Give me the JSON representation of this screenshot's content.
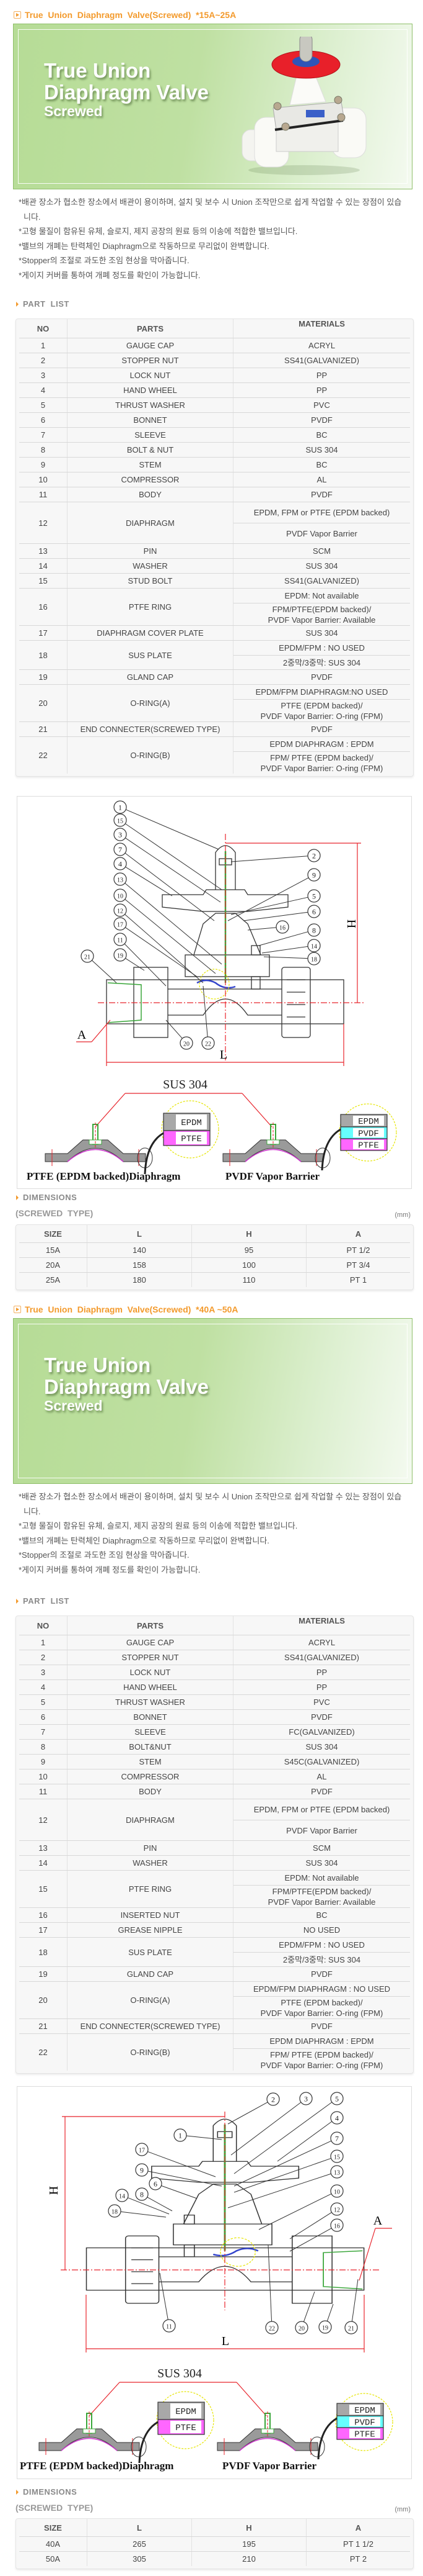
{
  "colors": {
    "accent": "#f39a2c",
    "banner_green": "#b6dc96",
    "dimension_red": "#e8242c"
  },
  "sections": [
    {
      "title": "True  Union  Diaphragm  Valve(Screwed)  *15A~25A",
      "banner": {
        "line1": "True Union",
        "line2": "Diaphragm Valve",
        "line3": "Screwed",
        "photo": "valve-photo"
      },
      "bullets": [
        "*배관 장소가 협소한 장소에서 배관이 용이하며, 설치 및 보수 시 Union 조작만으로 쉽게 작업할 수 있는 장점이 있습니다.",
        "*고형 물질이 함유된 유체, 슬로지, 제지 공장의 원료 등의 이송에 적합한 밸브입니다.",
        "*밸브의 개폐는 탄력체인 Diaphragm으로 작동하므로 무리없이 완벽합니다.",
        "*Stopper의 조절로 과도한 조임 현상을 막아줍니다.",
        "*게이지 커버를 통하여 개폐 정도를 확인이 가능합니다."
      ],
      "part_list": {
        "heading": "PART  LIST",
        "headers": [
          "NO",
          "PARTS",
          "MATERIALS"
        ],
        "rows": [
          {
            "no": "1",
            "part": "GAUGE CAP",
            "materials": [
              "ACRYL"
            ]
          },
          {
            "no": "2",
            "part": "STOPPER NUT",
            "materials": [
              "SS41(GALVANIZED)"
            ]
          },
          {
            "no": "3",
            "part": "LOCK NUT",
            "materials": [
              "PP"
            ]
          },
          {
            "no": "4",
            "part": "HAND WHEEL",
            "materials": [
              "PP"
            ]
          },
          {
            "no": "5",
            "part": "THRUST WASHER",
            "materials": [
              "PVC"
            ]
          },
          {
            "no": "6",
            "part": "BONNET",
            "materials": [
              "PVDF"
            ]
          },
          {
            "no": "7",
            "part": "SLEEVE",
            "materials": [
              "BC"
            ]
          },
          {
            "no": "8",
            "part": "BOLT & NUT",
            "materials": [
              "SUS 304"
            ]
          },
          {
            "no": "9",
            "part": "STEM",
            "materials": [
              "BC"
            ]
          },
          {
            "no": "10",
            "part": "COMPRESSOR",
            "materials": [
              "AL"
            ]
          },
          {
            "no": "11",
            "part": "BODY",
            "materials": [
              "PVDF"
            ]
          },
          {
            "no": "12",
            "part": "DIAPHRAGM",
            "materials": [
              "EPDM, FPM or PTFE (EPDM backed)",
              "PVDF Vapor Barrier"
            ]
          },
          {
            "no": "13",
            "part": "PIN",
            "materials": [
              "SCM"
            ]
          },
          {
            "no": "14",
            "part": "WASHER",
            "materials": [
              "SUS 304"
            ]
          },
          {
            "no": "15",
            "part": "STUD BOLT",
            "materials": [
              "SS41(GALVANIZED)"
            ]
          },
          {
            "no": "16",
            "part": "PTFE RING",
            "materials": [
              "EPDM:  Not available",
              "FPM/PTFE(EPDM backed)/\nPVDF Vapor Barrier: Available"
            ]
          },
          {
            "no": "17",
            "part": "DIAPHRAGM COVER PLATE",
            "materials": [
              "SUS 304"
            ]
          },
          {
            "no": "18",
            "part": "SUS PLATE",
            "materials": [
              "EPDM/FPM : NO USED",
              "2중막/3중막: SUS 304"
            ]
          },
          {
            "no": "19",
            "part": "GLAND CAP",
            "materials": [
              "PVDF"
            ]
          },
          {
            "no": "20",
            "part": "O-RING(A)",
            "materials": [
              "EPDM/FPM DIAPHRAGM:NO USED",
              "PTFE (EPDM backed)/\nPVDF Vapor Barrier: O-ring (FPM)"
            ]
          },
          {
            "no": "21",
            "part": "END CONNECTER(SCREWED TYPE)",
            "materials": [
              "PVDF"
            ]
          },
          {
            "no": "22",
            "part": "O-RING(B)",
            "materials": [
              "EPDM DIAPHRAGM : EPDM",
              "FPM/ PTFE (EPDM backed)/\nPVDF Vapor Barrier: O-ring (FPM)"
            ]
          }
        ]
      },
      "diagram": {
        "callouts": [
          "1",
          "15",
          "3",
          "7",
          "4",
          "13",
          "10",
          "12",
          "17",
          "11",
          "19",
          "21",
          "2",
          "9",
          "5",
          "6",
          "16",
          "8",
          "14",
          "18",
          "20",
          "22"
        ],
        "dim_h": "H",
        "dim_l": "L",
        "dim_a": "A",
        "sus_label": "SUS 304",
        "layers_left": [
          "EPDM",
          "PTFE"
        ],
        "layers_right": [
          "EPDM",
          "PVDF",
          "PTFE"
        ],
        "caption_left": "PTFE (EPDM backed)Diaphragm",
        "caption_right": "PVDF Vapor Barrier"
      },
      "dimensions": {
        "heading": "DIMENSIONS",
        "subheading": "(SCREWED  TYPE)",
        "unit": "(mm)",
        "headers": [
          "SIZE",
          "L",
          "H",
          "A"
        ],
        "rows": [
          [
            "15A",
            "140",
            "95",
            "PT 1/2"
          ],
          [
            "20A",
            "158",
            "100",
            "PT 3/4"
          ],
          [
            "25A",
            "180",
            "110",
            "PT 1"
          ]
        ]
      }
    },
    {
      "title": "True  Union  Diaphragm  Valve(Screwed)  *40A ~50A",
      "banner": {
        "line1": "True Union",
        "line2": "Diaphragm Valve",
        "line3": "Screwed"
      },
      "bullets": [
        "*배관 장소가 협소한 장소에서 배관이 용이하며, 설치 및 보수 시 Union 조작만으로 쉽게 작업할 수 있는 장점이 있습니다.",
        "*고형 물질이 함유된 유체, 슬로지, 제지 공장의 원료 등의 이송에 적합한 밸브입니다.",
        "*밸브의 개폐는 탄력체인 Diaphragm으로 작동하므로 무리없이 완벽합니다.",
        "*Stopper의 조절로 과도한 조임 현상을 막아줍니다.",
        "*게이지 커버를 통하여 개폐 정도를 확인이 가능합니다."
      ],
      "part_list": {
        "heading": "PART  LIST",
        "headers": [
          "NO",
          "PARTS",
          "MATERIALS"
        ],
        "rows": [
          {
            "no": "1",
            "part": "GAUGE CAP",
            "materials": [
              "ACRYL"
            ]
          },
          {
            "no": "2",
            "part": "STOPPER NUT",
            "materials": [
              "SS41(GALVANIZED)"
            ]
          },
          {
            "no": "3",
            "part": "LOCK NUT",
            "materials": [
              "PP"
            ]
          },
          {
            "no": "4",
            "part": "HAND WHEEL",
            "materials": [
              "PP"
            ]
          },
          {
            "no": "5",
            "part": "THRUST WASHER",
            "materials": [
              "PVC"
            ]
          },
          {
            "no": "6",
            "part": "BONNET",
            "materials": [
              "PVDF"
            ]
          },
          {
            "no": "7",
            "part": "SLEEVE",
            "materials": [
              "FC(GALVANIZED)"
            ]
          },
          {
            "no": "8",
            "part": "BOLT&NUT",
            "materials": [
              "SUS 304"
            ]
          },
          {
            "no": "9",
            "part": "STEM",
            "materials": [
              "S45C(GALVANIZED)"
            ]
          },
          {
            "no": "10",
            "part": "COMPRESSOR",
            "materials": [
              "AL"
            ]
          },
          {
            "no": "11",
            "part": "BODY",
            "materials": [
              "PVDF"
            ]
          },
          {
            "no": "12",
            "part": "DIAPHRAGM",
            "materials": [
              "EPDM, FPM or PTFE (EPDM backed)",
              "PVDF Vapor Barrier"
            ]
          },
          {
            "no": "13",
            "part": "PIN",
            "materials": [
              "SCM"
            ]
          },
          {
            "no": "14",
            "part": "WASHER",
            "materials": [
              "SUS 304"
            ]
          },
          {
            "no": "15",
            "part": "PTFE RING",
            "materials": [
              "EPDM:  Not available",
              "FPM/PTFE(EPDM backed)/\nPVDF Vapor Barrier: Available"
            ]
          },
          {
            "no": "16",
            "part": "INSERTED NUT",
            "materials": [
              "BC"
            ]
          },
          {
            "no": "17",
            "part": "GREASE NIPPLE",
            "materials": [
              "NO USED"
            ]
          },
          {
            "no": "18",
            "part": "SUS PLATE",
            "materials": [
              "EPDM/FPM : NO USED",
              "2중막/3중막: SUS 304"
            ]
          },
          {
            "no": "19",
            "part": "GLAND CAP",
            "materials": [
              "PVDF"
            ]
          },
          {
            "no": "20",
            "part": "O-RING(A)",
            "materials": [
              "EPDM/FPM DIAPHRAGM : NO USED",
              "PTFE (EPDM backed)/\nPVDF Vapor Barrier: O-ring (FPM)"
            ]
          },
          {
            "no": "21",
            "part": "END CONNECTER(SCREWED TYPE)",
            "materials": [
              "PVDF"
            ]
          },
          {
            "no": "22",
            "part": "O-RING(B)",
            "materials": [
              "EPDM DIAPHRAGM : EPDM",
              "FPM/ PTFE (EPDM backed)/\nPVDF Vapor Barrier: O-ring (FPM)"
            ]
          }
        ]
      },
      "diagram": {
        "callouts": [
          "2",
          "3",
          "5",
          "4",
          "7",
          "15",
          "13",
          "10",
          "12",
          "16",
          "1",
          "17",
          "9",
          "6",
          "8",
          "14",
          "18",
          "11",
          "22",
          "20",
          "19",
          "21"
        ],
        "dim_h": "H",
        "dim_l": "L",
        "dim_a": "A",
        "sus_label": "SUS 304",
        "layers_left": [
          "EPDM",
          "PTFE"
        ],
        "layers_right": [
          "EPDM",
          "PVDF",
          "PTFE"
        ],
        "caption_left": "PTFE (EPDM backed)Diaphragm",
        "caption_right": "PVDF Vapor Barrier"
      },
      "dimensions": {
        "heading": "DIMENSIONS",
        "subheading": "(SCREWED  TYPE)",
        "unit": "(mm)",
        "headers": [
          "SIZE",
          "L",
          "H",
          "A"
        ],
        "rows": [
          [
            "40A",
            "265",
            "195",
            "PT 1 1/2"
          ],
          [
            "50A",
            "305",
            "210",
            "PT 2"
          ]
        ]
      }
    }
  ]
}
